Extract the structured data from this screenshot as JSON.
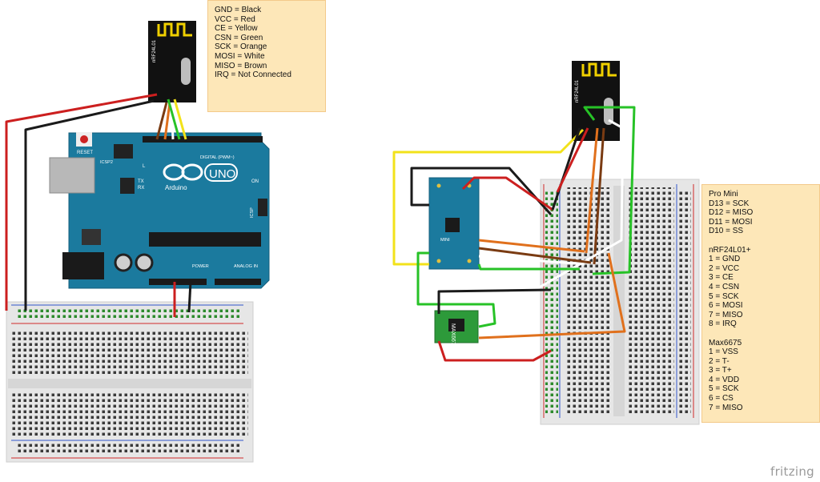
{
  "notes": {
    "left": {
      "lines": [
        "GND = Black",
        "VCC = Red",
        "CE = Yellow",
        "CSN = Green",
        "SCK = Orange",
        "MOSI = White",
        "MISO = Brown",
        "IRQ = Not Connected"
      ]
    },
    "right": {
      "lines": [
        "Pro Mini",
        "D13 = SCK",
        "D12 = MISO",
        "D11 = MOSI",
        "D10 = SS",
        "",
        "nRF24L01+",
        "1 = GND",
        "2 = VCC",
        "3 = CE",
        "4 = CSN",
        "5 = SCK",
        "6 = MOSI",
        "7 = MISO",
        "8 = IRQ",
        "",
        "Max6675",
        "1 = VSS",
        "2 = T-",
        "3 = T+",
        "4 = VDD",
        "5 = SCK",
        "6 = CS",
        "7 = MISO"
      ]
    }
  },
  "arduino": {
    "model_label": "UNO",
    "brand_label": "Arduino",
    "reset_label": "RESET",
    "icsp_label": "ICSP",
    "icsp2_label": "ICSP2",
    "digital_label": "DIGITAL (PWM~)",
    "power_label": "POWER",
    "analog_label": "ANALOG IN",
    "tx_label": "TX",
    "rx_label": "RX",
    "l_label": "L",
    "on_label": "ON"
  },
  "radio": {
    "part_label": "nRF24L01"
  },
  "promini": {
    "label": "MINI"
  },
  "thermo": {
    "label": "MAX6675"
  },
  "footer": {
    "brand": "fritzing"
  },
  "colors": {
    "board": "#1b7a9e",
    "wire_black": "#1a1a1a",
    "wire_red": "#cc1f1f",
    "wire_yellow": "#f2e21a",
    "wire_green": "#27c227",
    "wire_orange": "#e0701c",
    "wire_white": "#ffffff",
    "wire_brown": "#7a3b12",
    "note_bg": "#fde7b8"
  }
}
